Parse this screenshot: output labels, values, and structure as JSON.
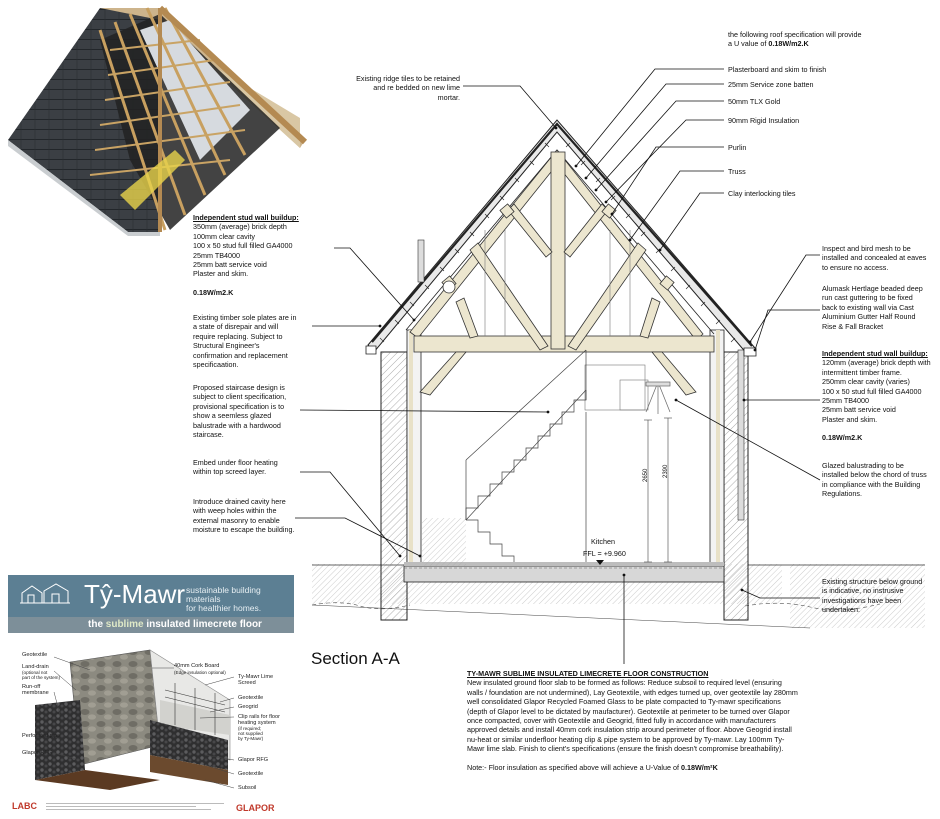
{
  "section_title": "Section A-A",
  "roof_spec": {
    "intro": "the following roof specification will provide",
    "uvalue_prefix": "a U value of ",
    "uvalue": "0.18W/m2.K",
    "layers": [
      "Plasterboard and skim to finish",
      "25mm Service zone batten",
      "50mm TLX Gold",
      "90mm Rigid Insulation",
      "Purlin",
      "Truss",
      "Clay interlocking tiles"
    ]
  },
  "ridge_note": [
    "Existing ridge tiles to be retained",
    "and re bedded on new lime",
    "mortar."
  ],
  "left_wall": {
    "heading": "Independent stud wall buildup:",
    "lines": [
      "350mm (average) brick depth",
      "100mm clear cavity",
      "100 x 50 stud full filled GA4000",
      "25mm TB4000",
      "25mm batt service void",
      "Plaster and skim."
    ],
    "uvalue": "0.18W/m2.K"
  },
  "sole_plates_note": [
    "Existing timber sole plates are in",
    "a state of disrepair and will",
    "require replacing. Subject to",
    "Structural Engineer's",
    "confirmation and replacement",
    "specificaation."
  ],
  "staircase_note": [
    "Proposed staircase design is",
    "subject to client specification,",
    "provisional specification is to",
    "show a seemless glazed",
    "balustrade with a hardwood",
    "staircase."
  ],
  "underfloor_note": [
    "Embed under floor heating",
    "within top screed layer."
  ],
  "cavity_note": [
    "Introduce drained cavity here",
    "with weep holes within the",
    "external masonry to enable",
    "moisture to escape the building."
  ],
  "eaves_note": [
    "Inspect and bird mesh to be",
    "installed and concealed at eaves",
    "to ensure no access."
  ],
  "gutter_note": [
    "Alumask Hertlage beaded deep",
    "run cast guttering to be fixed",
    "back to existing wall via Cast",
    "Aluminium Gutter Half Round",
    "Rise & Fall Bracket"
  ],
  "right_wall": {
    "heading": "Independent stud wall buildup:",
    "lines": [
      "120mm (average) brick depth with",
      "intermittent timber frame.",
      "250mm clear cavity (varies)",
      "100 x 50 stud full filled GA4000",
      "25mm TB4000",
      "25mm batt service void",
      "Plaster and skim."
    ],
    "uvalue": "0.18W/m2.K"
  },
  "balustrade_note": [
    "Glazed balustrading to be",
    "installed below the chord of truss",
    "in compliance with the Building",
    "Regulations."
  ],
  "below_ground_note": [
    "Existing structure below ground",
    "is indicative, no instrusive",
    "investigations have been",
    "undertaken."
  ],
  "room": {
    "name": "Kitchen",
    "ffl": "FFL = +9.960"
  },
  "dimensions": [
    "2650",
    "2390"
  ],
  "floor_spec": {
    "heading": "TY-MAWR SUBLIME INSULATED LIMECRETE  FLOOR CONSTRUCTION",
    "lines": [
      "New insulated ground floor slab to be formed as follows: Reduce subsoil to required level (ensuring",
      "walls / foundation are not undermined), Lay Geotextile, with edges turned up, over geotextile lay 280mm",
      "well consolidated Glapor Recycled Foamed Glass to be plate compacted to Ty-mawr specifications",
      "(depth of Glapor level to be dictated by maufacturer). Geotextile at perimeter to be turned over Glapor",
      "once compacted, cover with Geotextile and Geogrid, fitted fully in accordance with manufacturers",
      "approved details and install 40mm cork insulation strip around perimeter of floor. Above Geogrid install",
      "nu-heat or similar underfloor heating clip & pipe system to be approved by Ty-mawr. Lay 100mm Ty-",
      "Mawr lime slab. Finish to client's specifications (ensure the finish doesn't compromise breathability)."
    ],
    "note_prefix": "Note:- Floor insulation as specified above will achieve a U-Value of ",
    "note_value": "0.18W/m²K"
  },
  "product": {
    "brand": "Tŷ-Mawr",
    "tagline": [
      "sustainable building materials",
      "for healthier homes."
    ],
    "subtitle_pre": "the ",
    "subtitle_lime": "sublime",
    "subtitle_post": " insulated limecrete floor",
    "labels_left": [
      "Geotextile",
      "Land-drain",
      "(optional not",
      "part of the system)",
      "Run-off",
      "membrane",
      "Perforated pipe",
      "Glapor RFG"
    ],
    "labels_right": [
      "40mm Cork Board",
      "(Edge insulation optional)",
      "Ty-Mawr Lime",
      "Screed",
      "Geotextile",
      "Geogrid",
      "Clip rails for floor",
      "heating system",
      "(if required;",
      "not supplied",
      "by Ty-Mawr)",
      "Glapor RFG",
      "Geotextile",
      "Subsoil"
    ],
    "footer_left": "LABC",
    "footer_right": "GLAPOR"
  },
  "colors": {
    "banner": "#5c7f93",
    "subbar": "#7d8f99",
    "timber": "#e8e1c8",
    "tile": "#3b3f44"
  }
}
